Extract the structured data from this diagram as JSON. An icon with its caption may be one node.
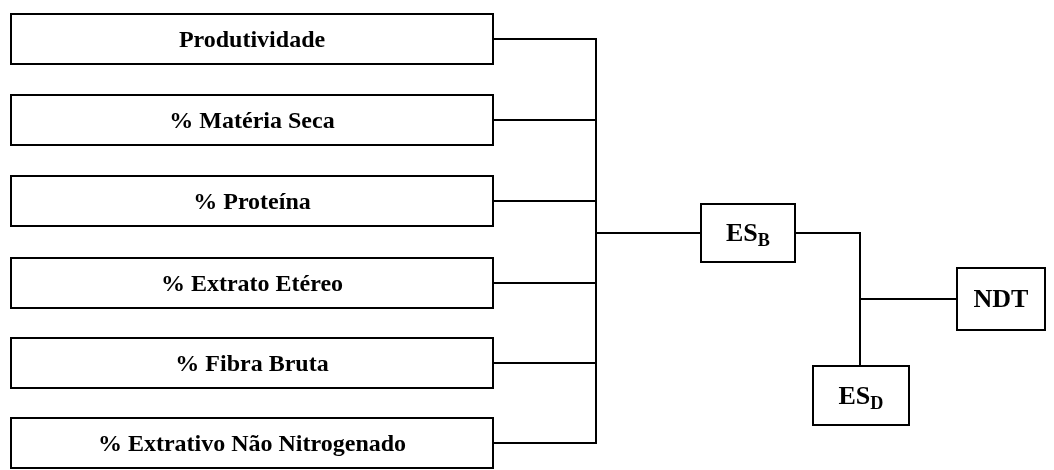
{
  "diagram": {
    "nodes": [
      {
        "text": [
          "Produtividade"
        ]
      },
      {
        "text": [
          "% Matéria Seca"
        ]
      },
      {
        "text": [
          "% Proteína"
        ]
      },
      {
        "text": [
          "% Extrato Etéreo"
        ]
      },
      {
        "text": [
          "% Fibra Bruta"
        ]
      },
      {
        "text": [
          "% Extrativo Não Nitrogenado"
        ]
      },
      {
        "text": [
          "ES$_{B}$"
        ]
      },
      {
        "text": [
          "NDT"
        ]
      },
      {
        "text": [
          "ES$_{D}$"
        ]
      }
    ],
    "edges": [
      {
        "from": 0,
        "to": 6,
        "arrow": "none"
      },
      {
        "from": 1,
        "to": 6,
        "arrow": "none"
      },
      {
        "from": 2,
        "to": 6,
        "arrow": "none"
      },
      {
        "from": 3,
        "to": 6,
        "arrow": "none"
      },
      {
        "from": 4,
        "to": 6,
        "arrow": "none"
      },
      {
        "from": 5,
        "to": 6,
        "arrow": "none"
      },
      {
        "from": 6,
        "to": 7,
        "arrow": "none"
      },
      {
        "from": 8,
        "to": 7,
        "arrow": "none"
      }
    ]
  }
}
